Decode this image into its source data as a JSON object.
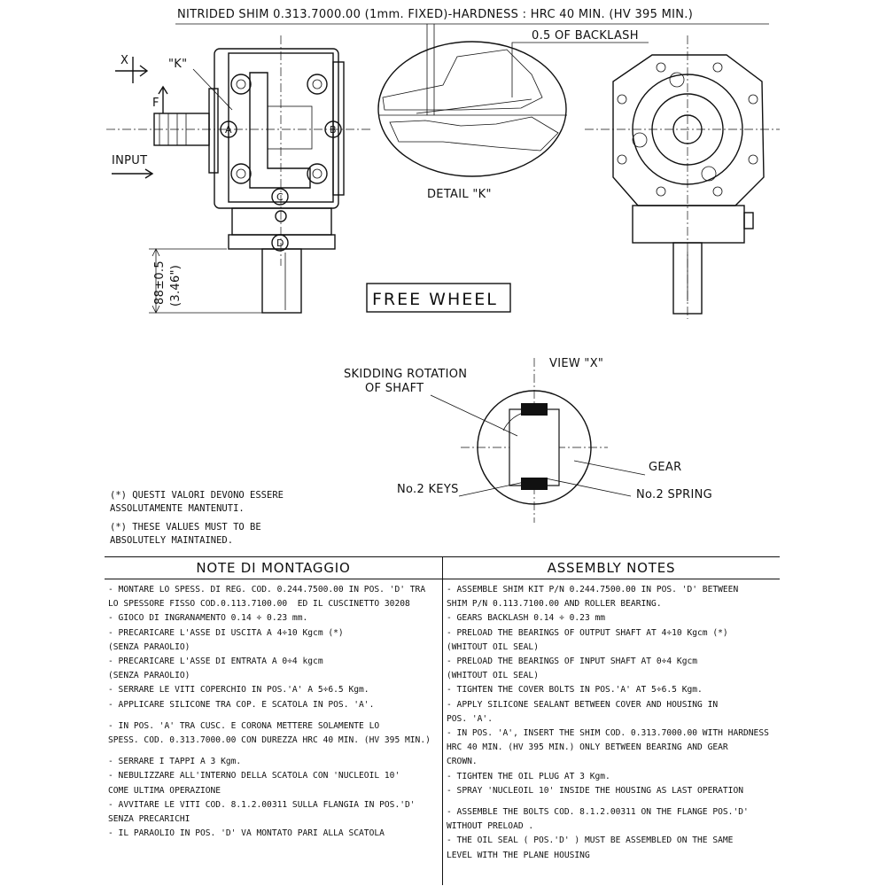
{
  "header": {
    "nitrided_shim": "NITRIDED SHIM 0.313.7000.00 (1mm. FIXED)-HARDNESS : HRC 40 MIN. (HV 395 MIN.)",
    "backlash": "0.5 OF BACKLASH"
  },
  "labels": {
    "x": "X",
    "k": "\"K\"",
    "f": "F",
    "input": "INPUT",
    "a": "A",
    "b": "B",
    "c": "C",
    "d": "D",
    "detail_k": "DETAIL \"K\"",
    "free_wheel": "FREE WHEEL",
    "dim_mm": "88±0.5",
    "dim_in": "(3.46\")",
    "view_x": "VIEW \"X\"",
    "skidding_1": "SKIDDING ROTATION",
    "skidding_2": "OF SHAFT",
    "gear": "GEAR",
    "keys": "No.2 KEYS",
    "spring": "No.2 SPRING"
  },
  "remarks": {
    "it_1": "(*) QUESTI VALORI DEVONO ESSERE",
    "it_2": "ASSOLUTAMENTE MANTENUTI.",
    "en_1": "(*) THESE VALUES MUST TO BE",
    "en_2": "ABSOLUTELY MAINTAINED."
  },
  "notes": {
    "it_title": "NOTE DI MONTAGGIO",
    "en_title": "ASSEMBLY NOTES",
    "it_items": [
      "- MONTARE LO SPESS. DI REG. COD. 0.244.7500.00 IN POS. 'D' TRA\nLO SPESSORE FISSO COD.0.113.7100.00  ED IL CUSCINETTO 30208",
      "- GIOCO DI INGRANAMENTO 0.14 ÷ 0.23 mm.",
      "- PRECARICARE L'ASSE DI USCITA A 4÷10 Kgcm (*)\n(SENZA PARAOLIO)",
      "- PRECARICARE L'ASSE DI ENTRATA A 0÷4 kgcm\n(SENZA PARAOLIO)",
      "- SERRARE LE VITI COPERCHIO IN POS.'A' A 5÷6.5 Kgm.",
      "- APPLICARE SILICONE TRA COP. E SCATOLA IN POS. 'A'.",
      "",
      "- IN POS. 'A' TRA CUSC. E CORONA METTERE SOLAMENTE LO\nSPESS. COD. 0.313.7000.00 CON DUREZZA HRC 40 MIN. (HV 395 MIN.)",
      "",
      "- SERRARE I TAPPI A 3 Kgm.",
      "- NEBULIZZARE ALL'INTERNO DELLA SCATOLA CON 'NUCLEOIL 10'\nCOME ULTIMA OPERAZIONE",
      "- AVVITARE LE VITI COD. 8.1.2.00311 SULLA FLANGIA IN POS.'D'\nSENZA PRECARICHI",
      "- IL PARAOLIO IN POS. 'D' VA MONTATO PARI ALLA SCATOLA"
    ],
    "en_items": [
      "- ASSEMBLE SHIM KIT P/N 0.244.7500.00 IN POS. 'D' BETWEEN\nSHIM P/N 0.113.7100.00 AND ROLLER BEARING.",
      "- GEARS BACKLASH 0.14 ÷ 0.23 mm",
      "- PRELOAD THE BEARINGS OF OUTPUT SHAFT AT 4÷10 Kgcm (*)\n(WHITOUT OIL SEAL)",
      "- PRELOAD THE BEARINGS OF INPUT SHAFT AT 0÷4 Kgcm\n(WHITOUT OIL SEAL)",
      "- TIGHTEN THE COVER BOLTS IN POS.'A' AT 5÷6.5 Kgm.",
      "- APPLY SILICONE SEALANT BETWEEN COVER AND HOUSING IN\nPOS. 'A'.",
      "- IN POS. 'A', INSERT THE SHIM COD. 0.313.7000.00 WITH HARDNESS\nHRC 40 MIN. (HV 395 MIN.) ONLY BETWEEN BEARING AND GEAR\nCROWN.",
      "- TIGHTEN THE OIL PLUG AT 3 Kgm.",
      "- SPRAY 'NUCLEOIL 10' INSIDE THE HOUSING AS LAST OPERATION",
      "",
      "- ASSEMBLE THE BOLTS COD. 8.1.2.00311 ON THE FLANGE POS.'D'\nWITHOUT PRELOAD .",
      "- THE OIL SEAL ( POS.'D' ) MUST BE ASSEMBLED ON THE SAME\nLEVEL WITH THE PLANE HOUSING"
    ]
  }
}
